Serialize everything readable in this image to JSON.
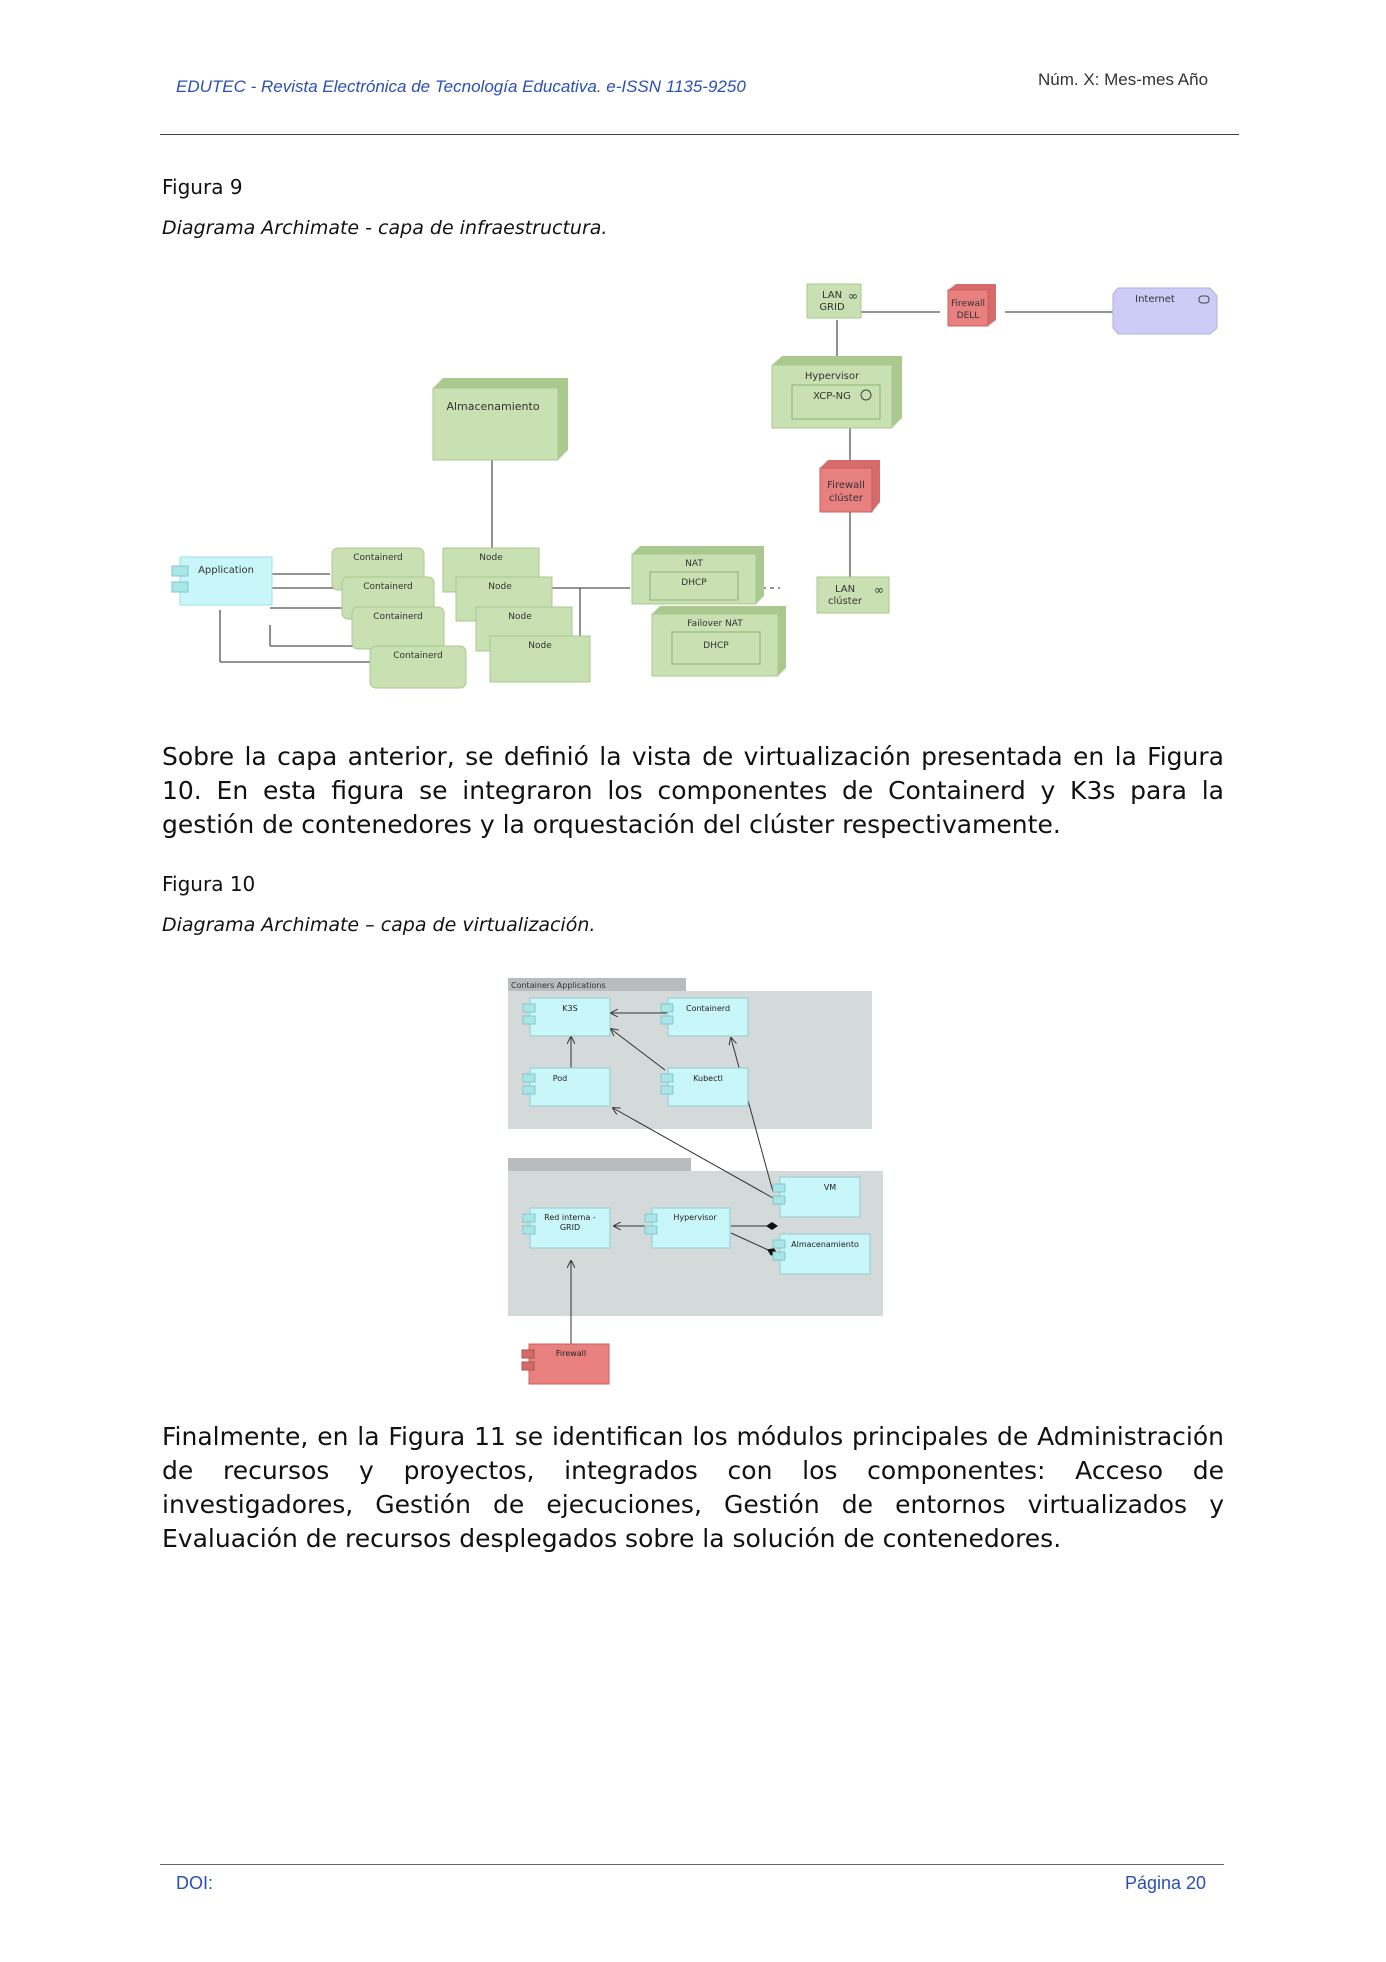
{
  "header": {
    "journal": "EDUTEC - Revista Electrónica de Tecnología Educativa. e-ISSN 1135-9250",
    "issue": "Núm. X: Mes-mes Año"
  },
  "figure9": {
    "label": "Figura 9",
    "caption": "Diagrama Archimate - capa de infraestructura.",
    "nodes": {
      "lan_grid_1": "LAN",
      "lan_grid_2": "GRID",
      "firewall_dell_1": "Firewall",
      "firewall_dell_2": "DELL",
      "internet": "Internet",
      "hypervisor": "Hypervisor",
      "xcp_ng": "XCP-NG",
      "almacenamiento": "Almacenamiento",
      "firewall_cluster_1": "Firewall",
      "firewall_cluster_2": "clúster",
      "application": "Application",
      "containerd": "Containerd",
      "node": "Node",
      "nat": "NAT",
      "dhcp": "DHCP",
      "failover_nat": "Failover NAT",
      "lan_cluster_1": "LAN",
      "lan_cluster_2": "clúster"
    },
    "colors": {
      "node_green": "#c8e0b2",
      "node_green_dark": "#a9c98e",
      "firewall_red": "#e88080",
      "internet_purple": "#ccccf7",
      "application_cyan": "#c9f6f8"
    }
  },
  "paragraph1": "Sobre la capa anterior, se definió la vista de virtualización presentada en la Figura 10. En esta figura se integraron los componentes de Containerd y K3s para la gestión de contenedores y la orquestación del clúster respectivamente.",
  "figure10": {
    "label": "Figura 10",
    "caption": "Diagrama Archimate – capa de virtualización.",
    "group_title": "Containers Applications",
    "nodes": {
      "k3s": "K3S",
      "containerd": "Containerd",
      "pod": "Pod",
      "kubectl": "Kubectl",
      "vm": "VM",
      "red_interna_1": "Red interna -",
      "red_interna_2": "GRID",
      "hypervisor": "Hypervisor",
      "almacenamiento": "Almacenamiento",
      "firewall": "Firewall"
    },
    "colors": {
      "group_gray": "#d4d9da",
      "component_cyan": "#c9f6f8",
      "firewall_red": "#e88080"
    }
  },
  "paragraph2": "Finalmente, en la Figura 11 se identifican los módulos principales de Administración de recursos y proyectos, integrados con los componentes: Acceso de investigadores, Gestión de ejecuciones, Gestión de entornos virtualizados y Evaluación de recursos desplegados sobre la solución de contenedores.",
  "footer": {
    "doi": "DOI:",
    "page": "Página 20"
  }
}
